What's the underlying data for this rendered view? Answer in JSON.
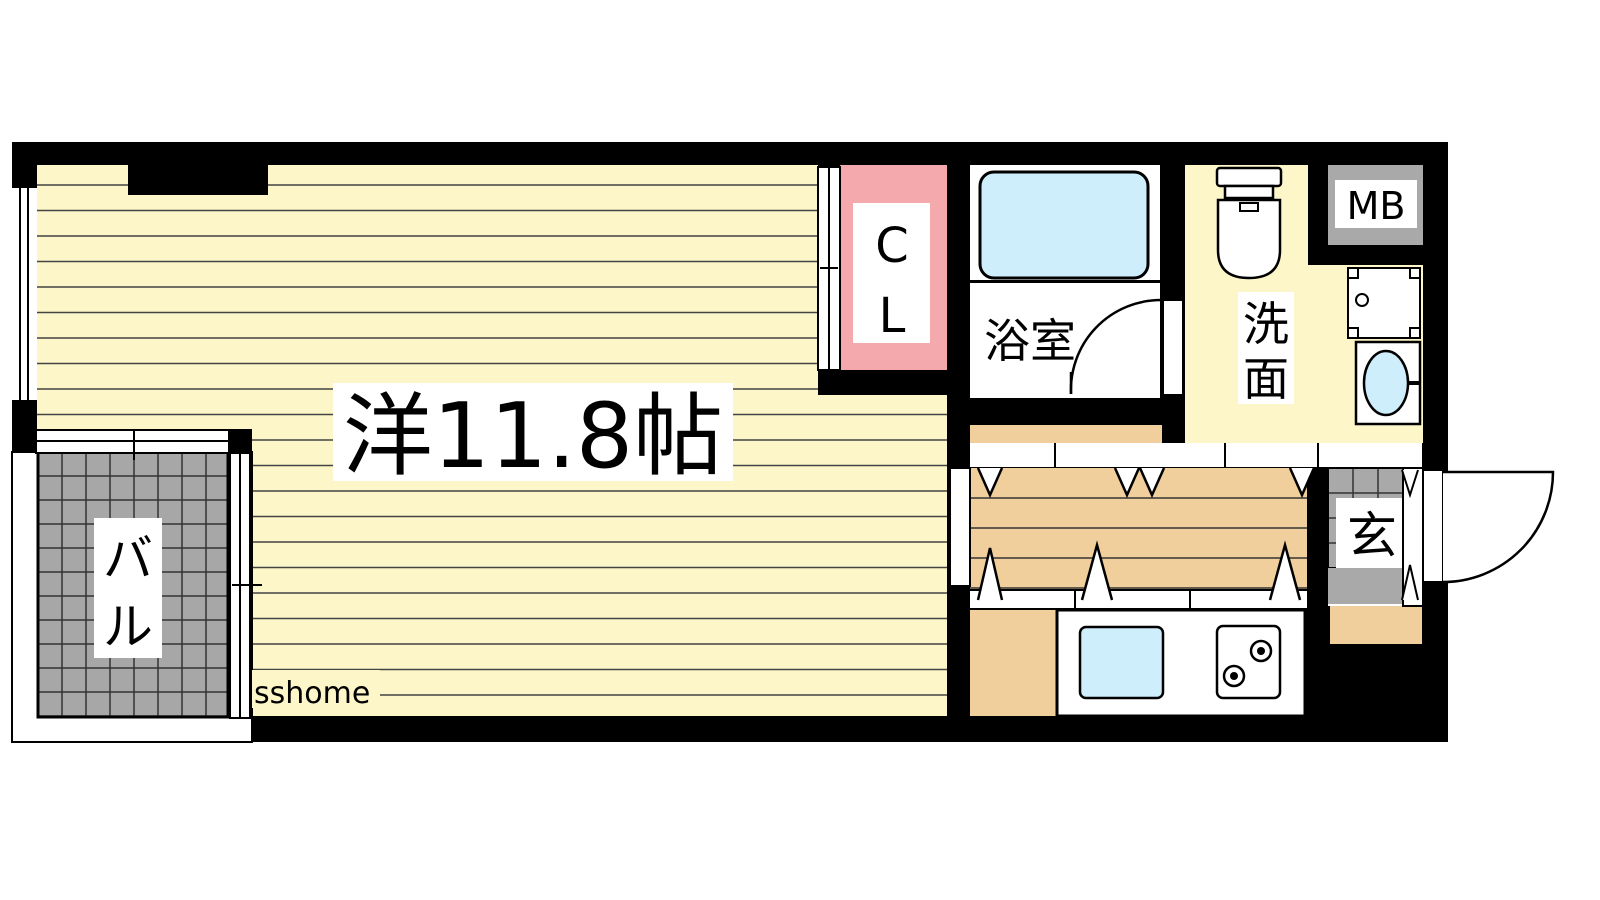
{
  "floorplan": {
    "main_room": "洋11.8帖",
    "closet": [
      "C",
      "L"
    ],
    "bath": "浴室",
    "washroom": [
      "洗",
      "面"
    ],
    "meter_box": "MB",
    "entrance": "玄",
    "balcony": [
      "バ",
      "ル"
    ],
    "watermark": "sshome"
  },
  "colors": {
    "wall": "#000000",
    "room_floor": "#fdf6c8",
    "floor_lines": "#444444",
    "closet": "#f4a9ad",
    "wood_floor": "#f1cf9c",
    "fixture_blue": "#cdeefa",
    "balcony_tile": "#a7a7a7",
    "mb_gray": "#a9a9a9"
  }
}
